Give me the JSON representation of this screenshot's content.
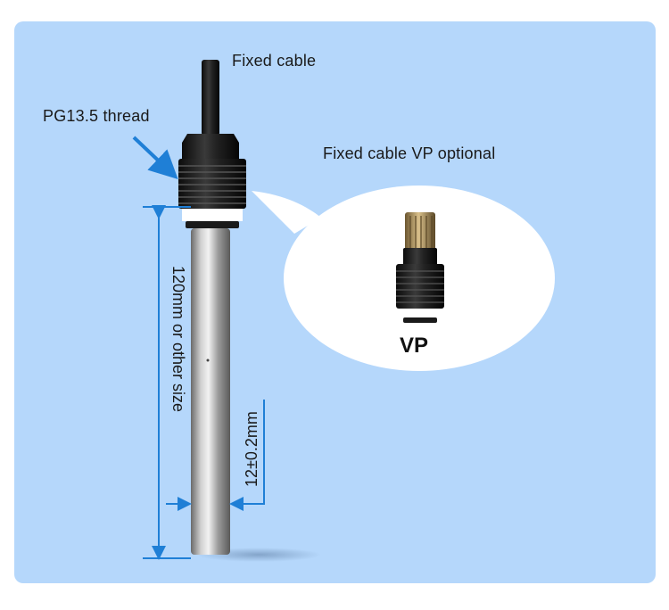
{
  "labels": {
    "fixed_cable": "Fixed cable",
    "thread": "PG13.5 thread",
    "vp_optional": "Fixed cable VP optional",
    "length": "120mm or other size",
    "diameter": "12±0.2mm",
    "vp": "VP"
  },
  "colors": {
    "background": "#b5d7fb",
    "arrow": "#1f7fd6",
    "bubble": "#ffffff"
  }
}
